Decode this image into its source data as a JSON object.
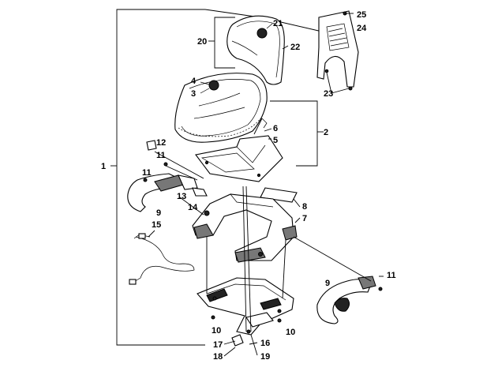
{
  "callouts": [
    "1",
    "2",
    "3",
    "4",
    "5",
    "6",
    "7",
    "8",
    "9",
    "9",
    "10",
    "10",
    "11",
    "11",
    "11",
    "12",
    "13",
    "14",
    "15",
    "16",
    "17",
    "18",
    "19",
    "20",
    "21",
    "22",
    "23",
    "24",
    "25"
  ],
  "colors": {
    "ink": "#000000",
    "paper": "#ffffff"
  }
}
